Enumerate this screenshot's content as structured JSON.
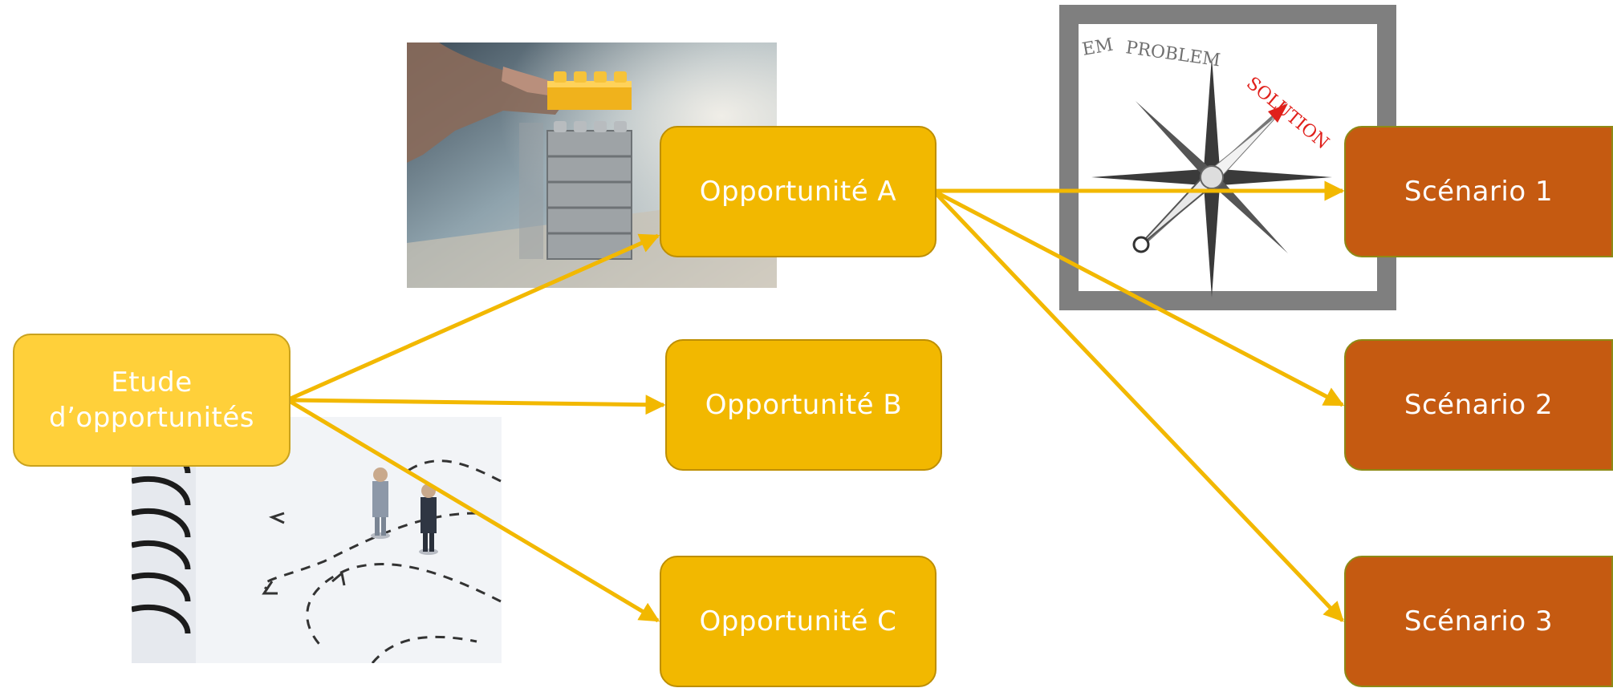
{
  "nodes": {
    "etude": {
      "line1": "Etude",
      "line2": "d’opportunités"
    },
    "opp_a": {
      "label": "Opportunité A"
    },
    "opp_b": {
      "label": "Opportunité B"
    },
    "opp_c": {
      "label": "Opportunité C"
    },
    "scen_1": {
      "label": "Scénario 1"
    },
    "scen_2": {
      "label": "Scénario 2"
    },
    "scen_3": {
      "label": "Scénario 3"
    }
  },
  "compass": {
    "word_problem_partial": "EM",
    "word_problem": "PROBLEM",
    "word_solution": "SOLUTION"
  },
  "colors": {
    "arrow": "#F2B800",
    "source_node": "#FFD03A",
    "opportunity_node": "#F2B800",
    "scenario_node": "#C55A11",
    "compass_frame": "#7F7F7F",
    "solution_text": "#E0201B"
  },
  "icons": {
    "photo_lego": "lego-bricks-photo",
    "photo_compass": "compass-problem-solution-photo",
    "photo_notebook": "notebook-figurines-photo"
  }
}
